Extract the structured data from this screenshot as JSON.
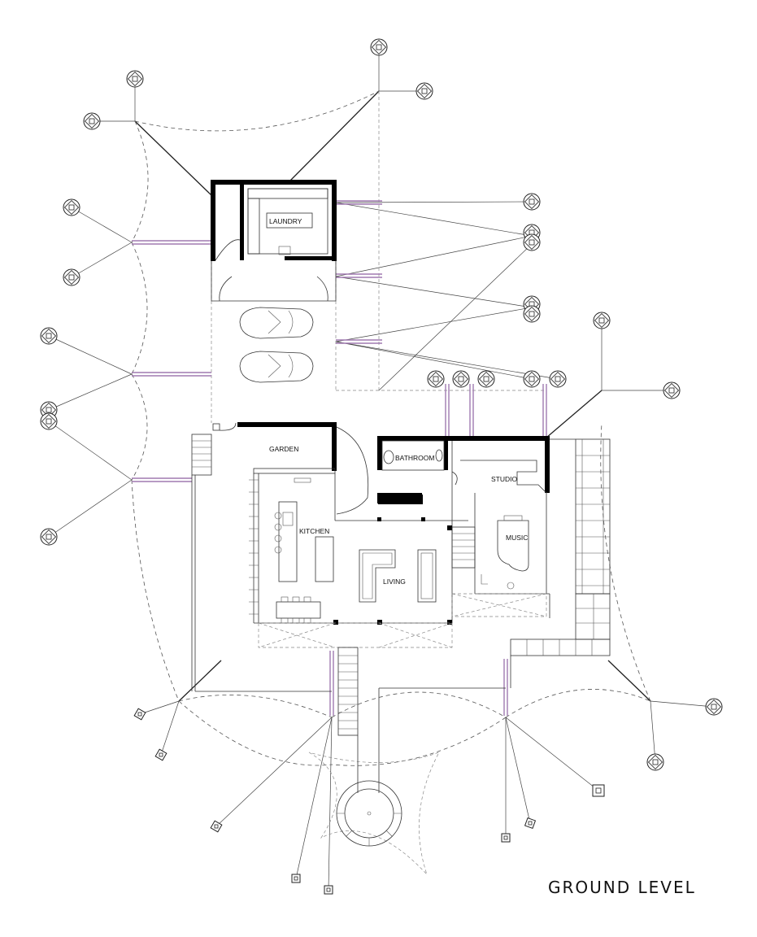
{
  "title": "GROUND LEVEL",
  "rooms": {
    "laundry": "LAUNDRY",
    "garden": "GARDEN",
    "bathroom": "BATHROOM",
    "studio": "STUDIO",
    "kitchen": "KITCHEN",
    "music": "MUSIC",
    "living": "LIVING"
  },
  "colors": {
    "line": "#333333",
    "wall": "#000000",
    "accent": "#a07ab0"
  }
}
